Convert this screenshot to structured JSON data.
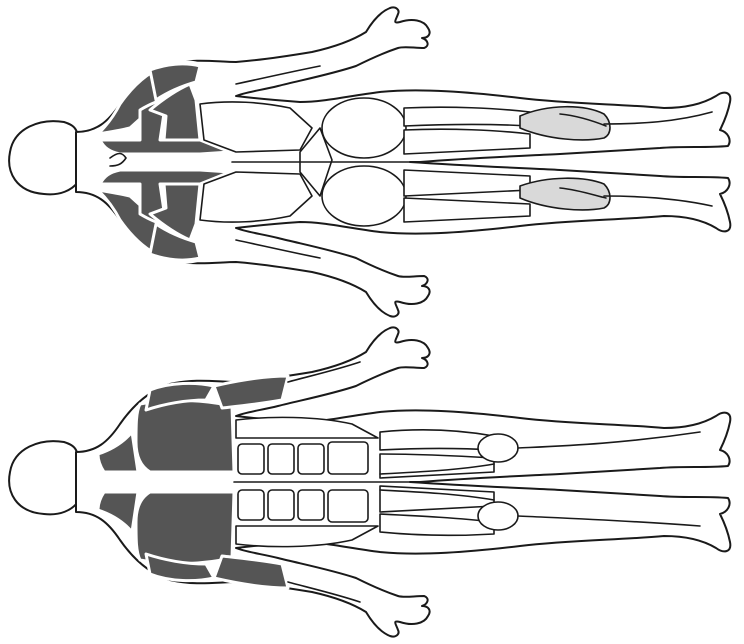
{
  "colors": {
    "dark": "#555555",
    "mid": "#d9d9d9",
    "outline": "#1a1a1a",
    "background": "#ffffff"
  },
  "figures": [
    {
      "id": "posterior",
      "view": "back"
    },
    {
      "id": "anterior",
      "view": "front"
    }
  ]
}
